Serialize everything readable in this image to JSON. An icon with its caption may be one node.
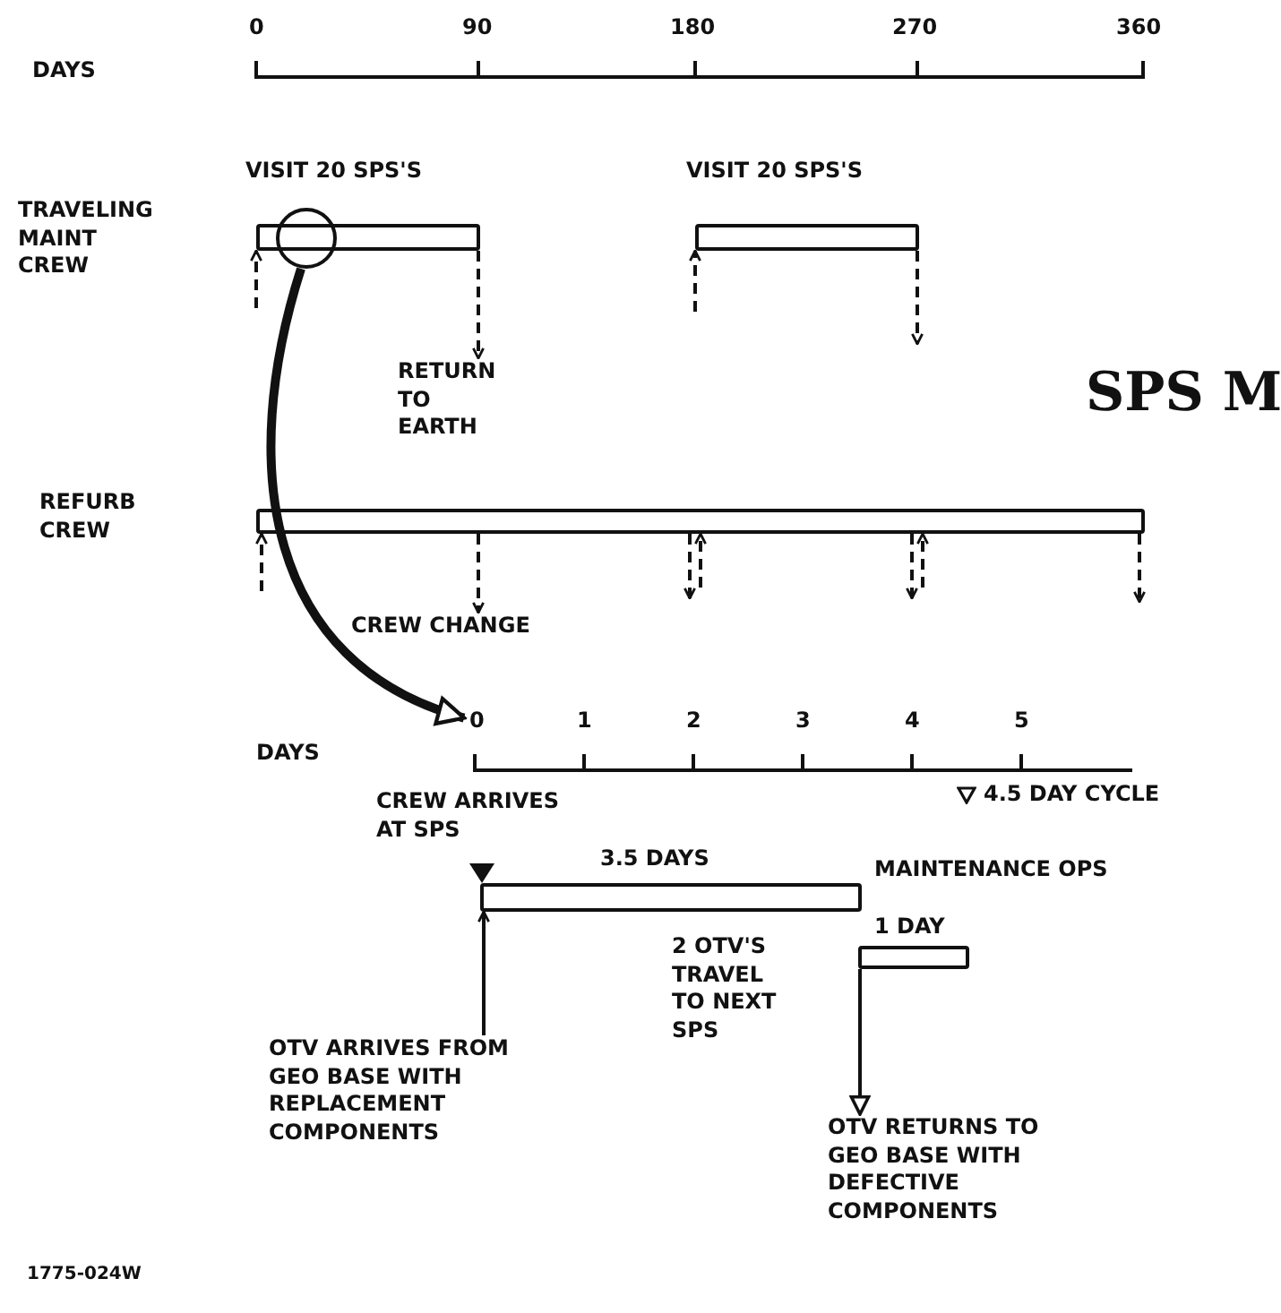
{
  "diagram": {
    "title": "SPS M",
    "nodes": [
      {
        "text": [],
        "shape": "bar",
        "beside": [
          "VISIT 20 SPS'S"
        ]
      },
      {
        "text": [],
        "shape": "bar",
        "beside": [
          "VISIT 20 SPS'S"
        ]
      },
      {
        "text": [],
        "shape": "bar"
      },
      {
        "text": [],
        "shape": "bar",
        "beside": [
          "3.5 DAYS",
          "MAINTENANCE OPS"
        ]
      },
      {
        "text": [],
        "shape": "bar",
        "beside": [
          "1 DAY"
        ]
      },
      {
        "text": [],
        "shape": "circle"
      },
      {
        "text": [
          "OTV ARRIVES FROM GEO BASE WITH REPLACEMENT COMPONENTS"
        ]
      },
      {
        "text": [
          "OTV RETURNS TO GEO BASE WITH DEFECTIVE COMPONENTS"
        ]
      },
      {
        "text": [
          "RETURN TO EARTH"
        ]
      },
      {
        "text": [
          "CREW CHANGE"
        ]
      },
      {
        "text": [
          "0"
        ]
      }
    ],
    "edges": [
      {
        "from": null,
        "to": 0,
        "arrow": "to",
        "style": "dashed"
      },
      {
        "from": 0,
        "to": 8,
        "arrow": "to",
        "style": "dashed"
      },
      {
        "from": null,
        "to": 1,
        "arrow": "to",
        "style": "dashed"
      },
      {
        "from": 1,
        "to": null,
        "arrow": "to",
        "style": "dashed"
      },
      {
        "from": null,
        "to": 2,
        "arrow": "to",
        "style": "dashed"
      },
      {
        "from": 2,
        "to": 9,
        "arrow": "to",
        "style": "dashed"
      },
      {
        "from": null,
        "to": 2,
        "arrow": "to",
        "style": "dashed"
      },
      {
        "from": 2,
        "to": null,
        "arrow": "to",
        "style": "dashed"
      },
      {
        "from": null,
        "to": 2,
        "arrow": "to",
        "style": "dashed"
      },
      {
        "from": 2,
        "to": null,
        "arrow": "to",
        "style": "dashed"
      },
      {
        "from": 2,
        "to": null,
        "arrow": "to",
        "style": "dashed"
      },
      {
        "from": 5,
        "to": 10,
        "arrow": "to",
        "style": "thick"
      },
      {
        "from": 6,
        "to": 3,
        "arrow": "to"
      },
      {
        "from": 4,
        "to": 7,
        "arrow": "to"
      }
    ],
    "labels": [
      "DAYS",
      "0",
      "90",
      "180",
      "270",
      "360",
      "TRAVELING MAINT CREW",
      "REFURB CREW",
      "DAYS",
      "1",
      "2",
      "3",
      "4",
      "5",
      "CREW ARRIVES AT SPS",
      "2 OTV'S TRAVEL TO NEXT SPS",
      "1775-024W"
    ],
    "legend": [
      {
        "text": "4.5 DAY CYCLE"
      }
    ]
  }
}
